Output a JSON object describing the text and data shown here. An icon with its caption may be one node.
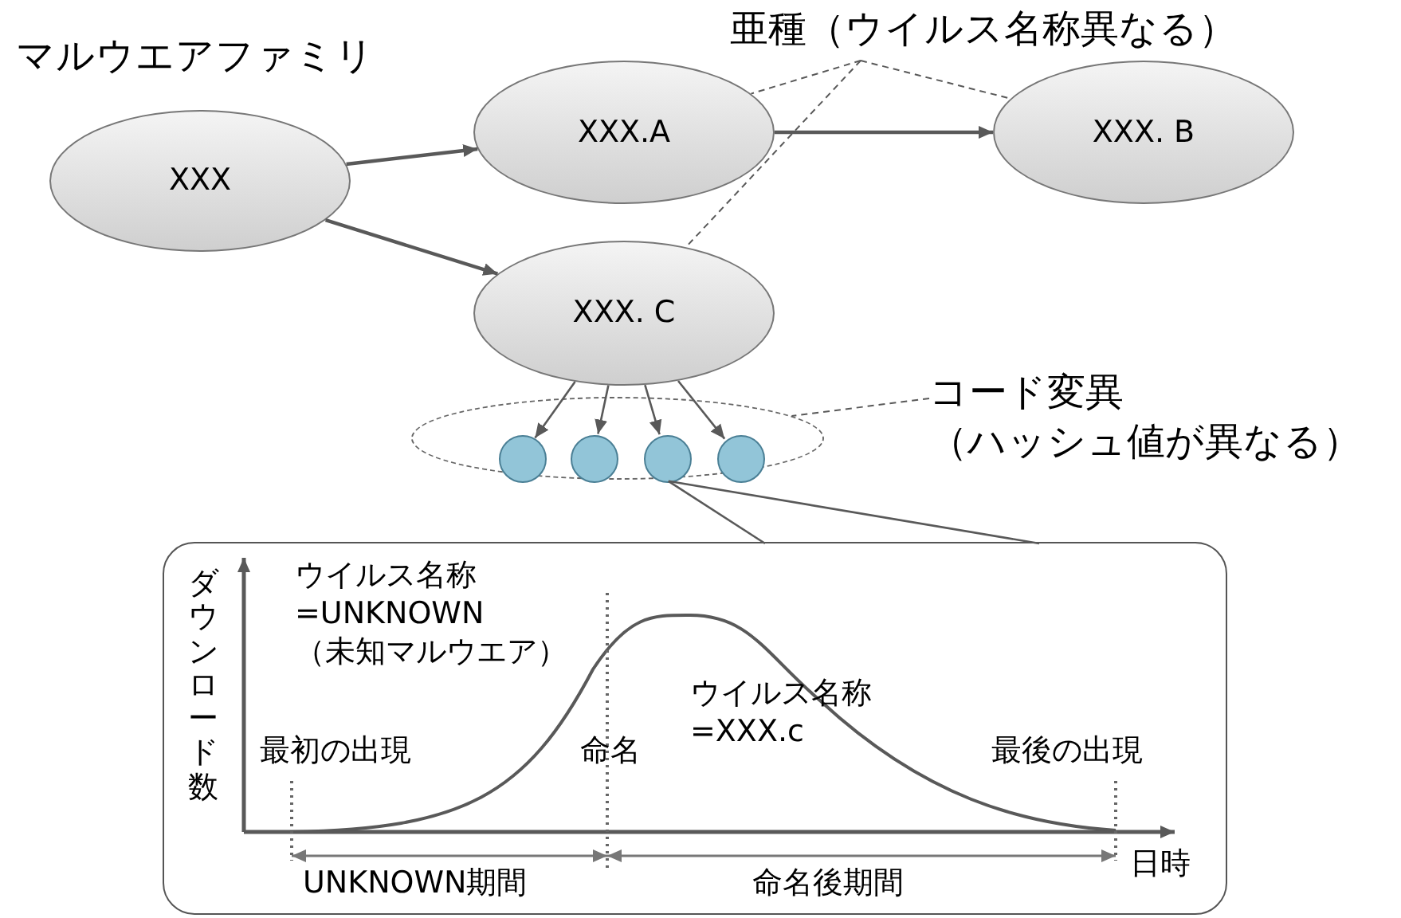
{
  "diagram": {
    "nodes": [
      {
        "text": [
          "XXX"
        ]
      },
      {
        "text": [
          "XXX.A"
        ]
      },
      {
        "text": [
          "XXX. B"
        ]
      },
      {
        "text": [
          "XXX. C"
        ]
      },
      {
        "text": [],
        "shape": "ellipse"
      },
      {
        "text": [],
        "shape": "circle",
        "in": 4
      },
      {
        "text": [],
        "shape": "circle",
        "in": 4
      },
      {
        "text": [],
        "shape": "circle",
        "in": 4
      },
      {
        "text": [],
        "shape": "circle",
        "in": 4
      },
      {
        "text": [
          "亜種（ウイルス名称異なる）"
        ]
      },
      {
        "text": [
          "コード変異（ハッシュ値が異なる）"
        ]
      },
      {
        "text": [],
        "shape": "callout"
      }
    ],
    "edges": [
      {
        "from": 0,
        "to": 1,
        "arrow": "to"
      },
      {
        "from": 0,
        "to": 3,
        "arrow": "to"
      },
      {
        "from": 1,
        "to": 2,
        "arrow": "to"
      },
      {
        "from": 3,
        "to": 5,
        "arrow": "to"
      },
      {
        "from": 3,
        "to": 6,
        "arrow": "to"
      },
      {
        "from": 3,
        "to": 7,
        "arrow": "to"
      },
      {
        "from": 3,
        "to": 8,
        "arrow": "to"
      },
      {
        "from": 9,
        "to": 1,
        "arrow": "none",
        "style": "dashed"
      },
      {
        "from": 9,
        "to": 2,
        "arrow": "none",
        "style": "dashed"
      },
      {
        "from": 9,
        "to": 3,
        "arrow": "none",
        "style": "dashed"
      },
      {
        "from": 10,
        "to": 4,
        "arrow": "none",
        "style": "dashed"
      },
      {
        "from": 11,
        "to": 7,
        "arrow": "none"
      }
    ],
    "labels": [
      "マルウエアファミリ",
      "ダウンロード数",
      "ウイルス名称=UNKNOWN（未知マルウエア）",
      "最初の出現",
      "命名",
      "ウイルス名称=XXX.c",
      "最後の出現",
      "日時",
      "UNKNOWN期間",
      "命名後期間"
    ]
  }
}
